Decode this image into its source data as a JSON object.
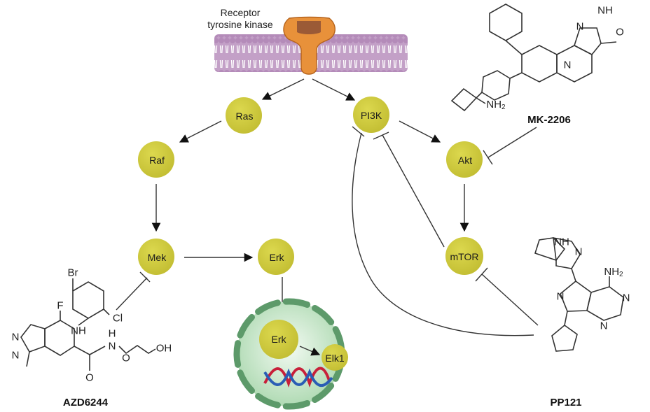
{
  "membrane": {
    "label_line1": "Receptor",
    "label_line2": "tyrosine kinase",
    "colors": {
      "membrane": "#b98fbe",
      "receptor": "#e8913a",
      "receptor_top": "#9b5a36"
    }
  },
  "node_color": "#c9c43a",
  "nodes": {
    "ras": "Ras",
    "raf": "Raf",
    "mek": "Mek",
    "erk": "Erk",
    "pi3k": "PI3K",
    "akt": "Akt",
    "mtor": "mTOR",
    "erk_nucleus": "Erk",
    "elk1": "Elk1"
  },
  "nucleus": {
    "fill": "#cbe8cc",
    "envelope": "#5d9a6a",
    "dna_colors": [
      "#c8203a",
      "#2a5db5"
    ]
  },
  "drugs": {
    "mk2206": {
      "name": "MK-2206",
      "atoms": {
        "n_a": "N",
        "nh": "NH",
        "o": "O",
        "n_b": "N",
        "n_c": "N",
        "nh2": "NH",
        "nh2_sub": "2"
      }
    },
    "azd6244": {
      "name": "AZD6244",
      "atoms": {
        "br": "Br",
        "cl": "Cl",
        "f": "F",
        "nh": "NH",
        "n1": "N",
        "n2": "N",
        "h": "H",
        "n_amide": "N",
        "o_link": "O",
        "oh": "OH",
        "o_carbonyl": "O"
      }
    },
    "pp121": {
      "name": "PP121",
      "atoms": {
        "nh": "NH",
        "n_pyr": "N",
        "nh2": "NH",
        "nh2_sub": "2",
        "n_a": "N",
        "n_b": "N",
        "n_c": "N",
        "n_d": "N"
      }
    }
  },
  "relations": [
    {
      "from": "Receptor tyrosine kinase",
      "to": "Ras",
      "type": "activation"
    },
    {
      "from": "Receptor tyrosine kinase",
      "to": "PI3K",
      "type": "activation"
    },
    {
      "from": "Ras",
      "to": "Raf",
      "type": "activation"
    },
    {
      "from": "Raf",
      "to": "Mek",
      "type": "activation"
    },
    {
      "from": "Mek",
      "to": "Erk",
      "type": "activation"
    },
    {
      "from": "Erk",
      "to": "Erk (nucleus)",
      "type": "activation"
    },
    {
      "from": "Erk (nucleus)",
      "to": "Elk1",
      "type": "activation"
    },
    {
      "from": "PI3K",
      "to": "Akt",
      "type": "activation"
    },
    {
      "from": "Akt",
      "to": "mTOR",
      "type": "activation"
    },
    {
      "from": "AZD6244",
      "to": "Mek",
      "type": "inhibition"
    },
    {
      "from": "MK-2206",
      "to": "Akt",
      "type": "inhibition"
    },
    {
      "from": "PP121",
      "to": "mTOR",
      "type": "inhibition"
    },
    {
      "from": "PP121",
      "to": "PI3K",
      "type": "inhibition"
    },
    {
      "from": "mTOR",
      "to": "PI3K",
      "type": "inhibition"
    }
  ]
}
